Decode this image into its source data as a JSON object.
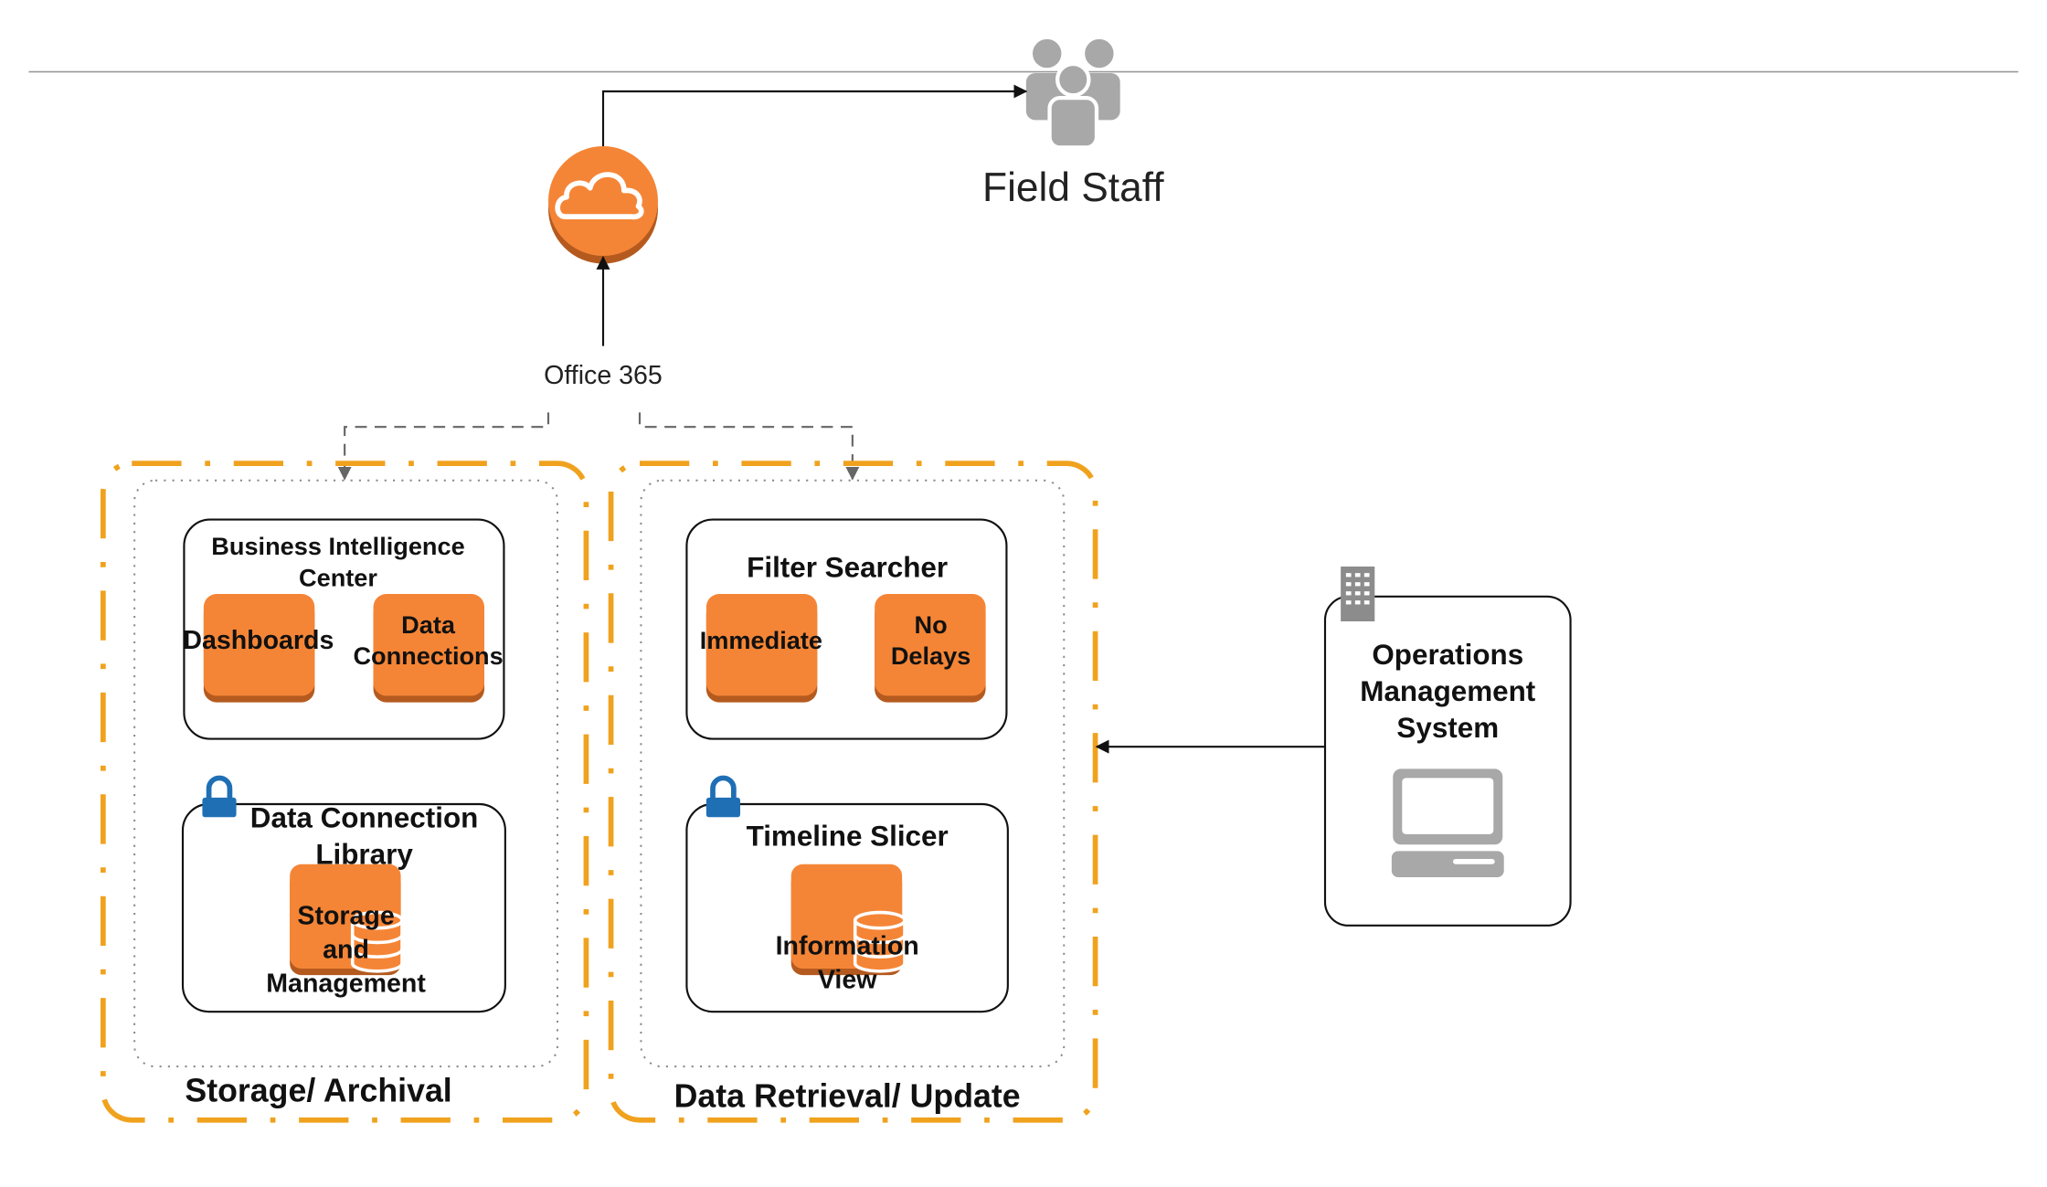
{
  "nodes": {
    "field_staff": "Field Staff",
    "office365": "Office 365",
    "bi_center": [
      "Business Intelligence",
      "Center"
    ],
    "dashboards": "Dashboards",
    "data_connections": [
      "Data",
      "Connections"
    ],
    "data_connection_library": [
      "Data Connection",
      "Library"
    ],
    "storage_and_management": [
      "Storage",
      "and",
      "Management"
    ],
    "filter_searcher": "Filter Searcher",
    "immediate": "Immediate",
    "no_delays": [
      "No",
      "Delays"
    ],
    "timeline_slicer": "Timeline Slicer",
    "information_view": [
      "Information",
      "View"
    ],
    "operations_management_system": [
      "Operations",
      "Management",
      "System"
    ]
  },
  "groups": {
    "storage_archival": "Storage/ Archival",
    "data_retrieval_update": "Data Retrieval/ Update"
  },
  "edges": [
    {
      "from": "office365",
      "to": "cloud",
      "style": "solid"
    },
    {
      "from": "cloud",
      "to": "field_staff",
      "style": "solid"
    },
    {
      "from": "office365",
      "to": "storage_archival",
      "style": "dashed"
    },
    {
      "from": "office365",
      "to": "data_retrieval_update",
      "style": "dashed"
    },
    {
      "from": "operations_management_system",
      "to": "data_retrieval_update",
      "style": "solid"
    }
  ],
  "colors": {
    "accent_orange": "#F58536",
    "orange_shadow": "#B55A1F",
    "group_border": "#F0A21E",
    "lock_blue": "#1F6FB5",
    "icon_gray": "#A8A8A8"
  },
  "icons": [
    "cloud-icon",
    "users-icon",
    "lock-icon",
    "building-icon",
    "laptop-icon",
    "database-icon"
  ]
}
